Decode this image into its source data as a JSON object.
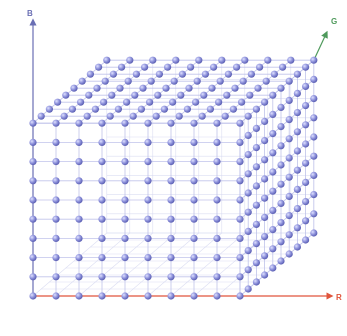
{
  "diagram": {
    "type": "rgb-color-cube-lattice",
    "lattice_size": 10,
    "axes": {
      "vertical": {
        "label": "B",
        "color": "#6a6fb4"
      },
      "depth": {
        "label": "G",
        "color": "#4f9a5c"
      },
      "horizontal": {
        "label": "R",
        "color": "#e0553c"
      }
    },
    "colors": {
      "sphere_fill": "#8f93dc",
      "sphere_highlight": "#dfe1ff",
      "sphere_shadow": "#5c60b4",
      "edge_line": "#b9bde8",
      "grid_line": "#d2d5ef",
      "vertical_axis": "#6a6fb4",
      "depth_axis": "#4f9a5c",
      "horizontal_axis": "#e0553c"
    }
  }
}
